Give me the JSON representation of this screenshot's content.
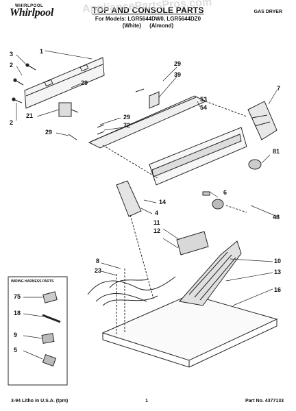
{
  "header": {
    "brand": "Whirlpool",
    "brand_small": "WHIRLPOOL",
    "title": "TOP AND CONSOLE PARTS",
    "models": "For Models: LGR5644DW0, LGR5644DZ0",
    "colors": "(White)   (Almond)",
    "doc_type": "GAS DRYER",
    "watermark": "AppliancePartsPros.com"
  },
  "callouts": {
    "n1": "1",
    "n2a": "2",
    "n2b": "2",
    "n3": "3",
    "n4": "4",
    "n5": "5",
    "n6": "6",
    "n7": "7",
    "n8": "8",
    "n9": "9",
    "n10": "10",
    "n11": "11",
    "n12": "12",
    "n13": "13",
    "n14": "14",
    "n16": "16",
    "n18": "18",
    "n21": "21",
    "n23": "23",
    "n29a": "29",
    "n29b": "29",
    "n29c": "29",
    "n29d": "29",
    "n39": "39",
    "n48": "48",
    "n53": "53",
    "n54": "54",
    "n72": "72",
    "n75": "75",
    "n81": "81"
  },
  "wiring_box": {
    "title": "WIRING HARNESS PARTS"
  },
  "footer": {
    "left": "3-94 Litho in U.S.A. (tpm)",
    "page": "1",
    "part_no": "Part No. 4377133"
  }
}
